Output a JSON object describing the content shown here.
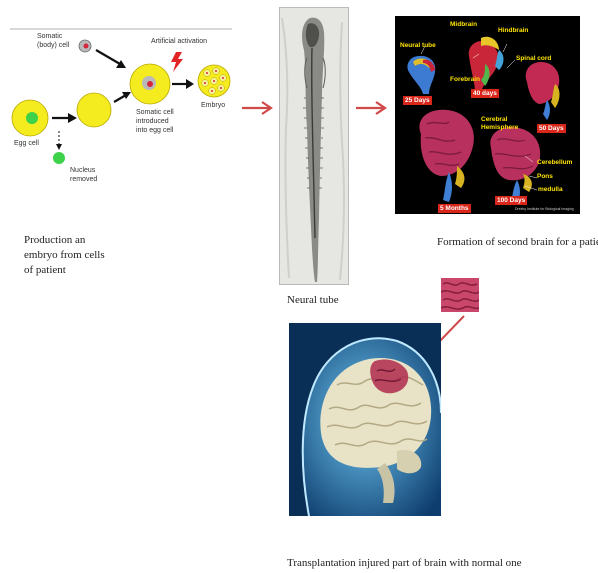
{
  "cloning": {
    "somatic_cell": "Somatic\n(body) cell",
    "artificial_activation": "Artificial activation",
    "egg_cell": "Egg cell",
    "nucleus_removed": "Nucleus\nremoved",
    "somatic_introduced": "Somatic cell\nintroduced\ninto egg cell",
    "embryo": "Embryo"
  },
  "captions": {
    "production": "Production an\nembryo from cells\nof patient",
    "neural_tube": "Neural tube",
    "formation": "Formation of second brain for a patient",
    "transplantation": "Transplantation injured part of brain with normal one"
  },
  "development": {
    "neural_tube": "Neural tube",
    "midbrain": "Midbrain",
    "hindbrain": "Hindbrain",
    "forebrain": "Forebrain",
    "spinal_cord": "Spinal cord",
    "cerebral_hemisphere": "Cerebral\nHemisphere",
    "cerebellum": "Cerebellum",
    "pons": "Pons",
    "medulla": "medulla",
    "d25": "25 Days",
    "d40": "40 days",
    "d50": "50 Days",
    "m5": "5 Months",
    "d100": "100 Days",
    "credit": "Drexby Institute for Biological Imaging"
  },
  "colors": {
    "arrow_red": "#d04a4a",
    "cell_yellow": "#f4ec1e",
    "nucleus_green": "#3ed14a",
    "dev_bg": "#000000",
    "brain_pink": "#c8476b"
  }
}
